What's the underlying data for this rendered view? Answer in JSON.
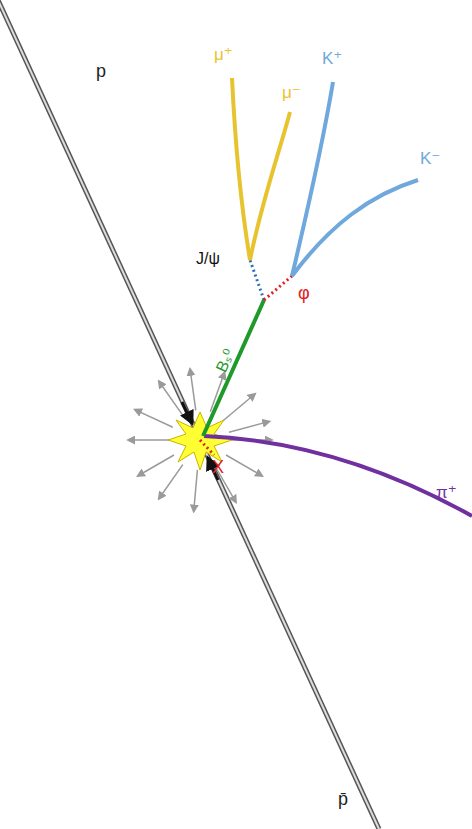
{
  "diagram": {
    "labels": [
      "p",
      "p̄",
      "μ⁺",
      "μ⁻",
      "K⁺",
      "K⁻",
      "J/ψ",
      "φ",
      "Bₛ⁰",
      "X",
      "π⁺"
    ]
  }
}
